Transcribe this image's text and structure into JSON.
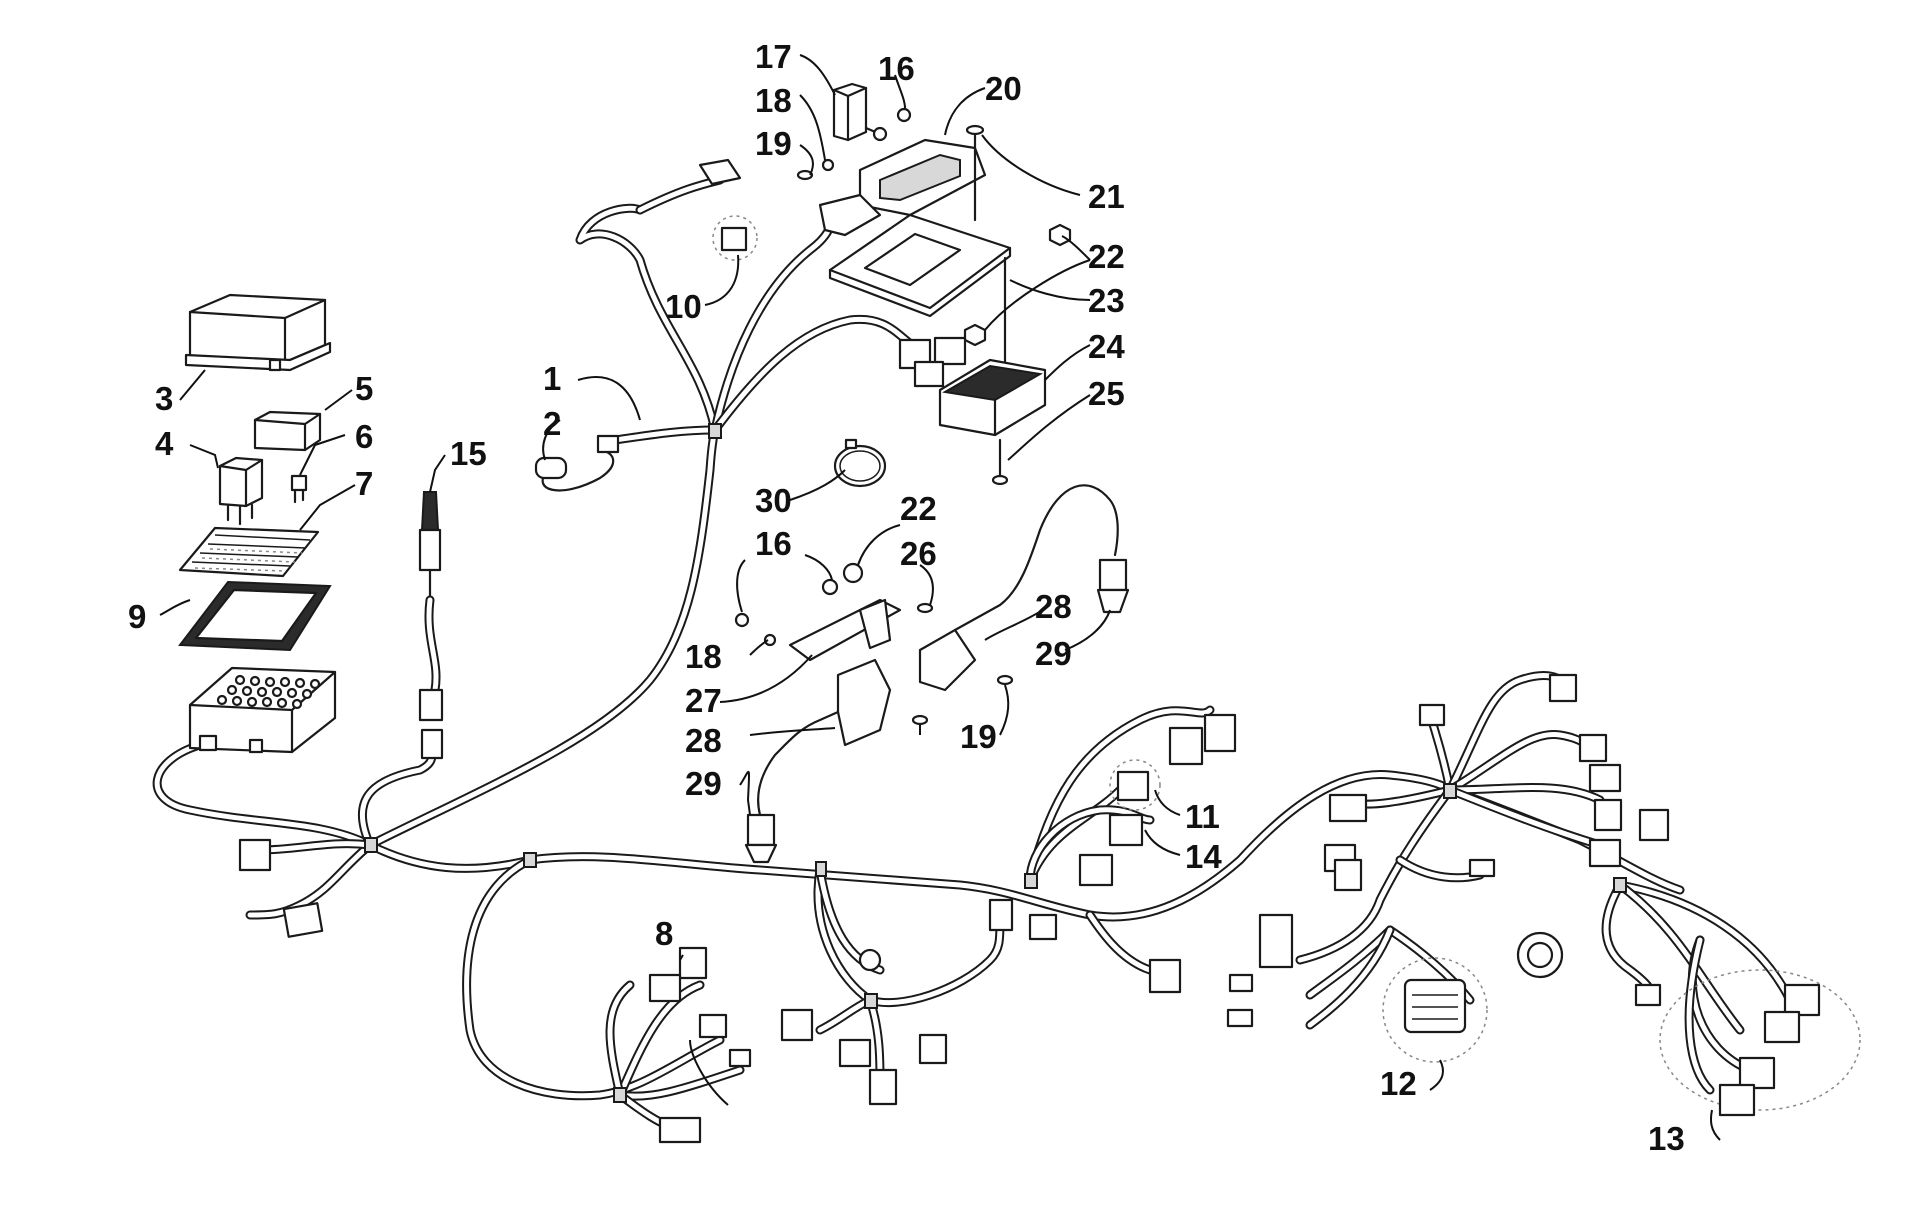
{
  "diagram": {
    "callouts": {
      "c1": "1",
      "c2": "2",
      "c3": "3",
      "c4": "4",
      "c5": "5",
      "c6": "6",
      "c7": "7",
      "c8": "8",
      "c9": "9",
      "c10": "10",
      "c11": "11",
      "c12": "12",
      "c13": "13",
      "c14": "14",
      "c15": "15",
      "c16a": "16",
      "c16b": "16",
      "c17": "17",
      "c18a": "18",
      "c18b": "18",
      "c19a": "19",
      "c19b": "19",
      "c20": "20",
      "c21": "21",
      "c22a": "22",
      "c22b": "22",
      "c23": "23",
      "c24": "24",
      "c25": "25",
      "c26": "26",
      "c27": "27",
      "c28a": "28",
      "c28b": "28",
      "c29a": "29",
      "c29b": "29",
      "c30": "30"
    }
  }
}
